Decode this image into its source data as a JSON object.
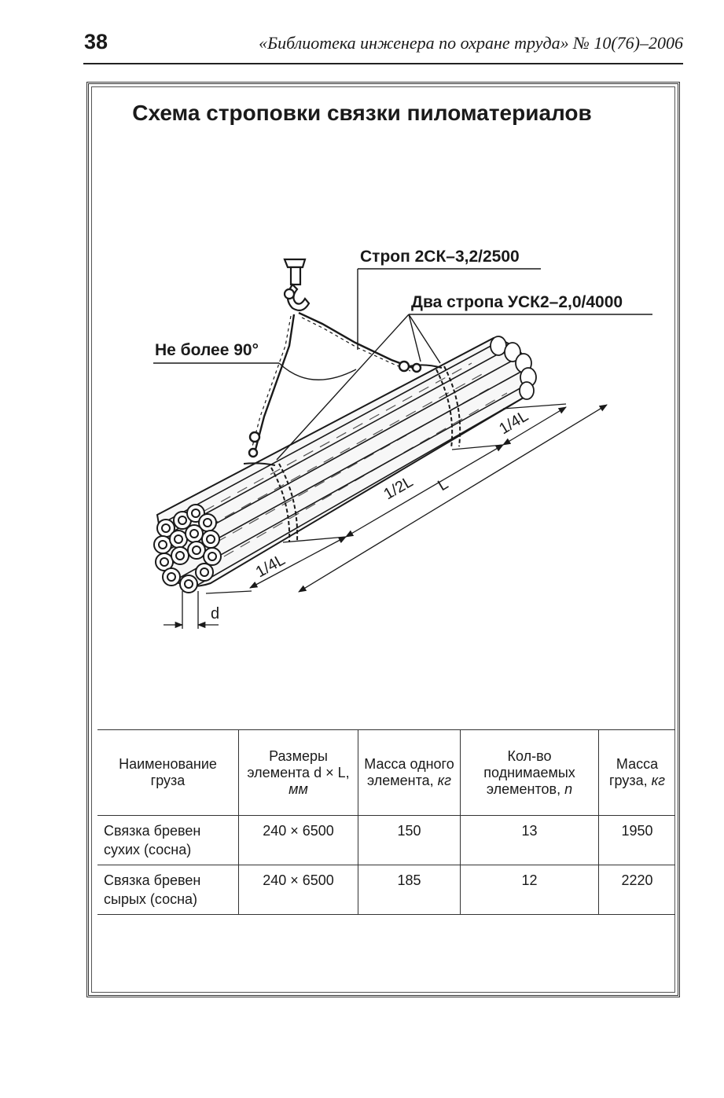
{
  "header": {
    "page_number": "38",
    "running_title": "«Библиотека инженера по охране труда» № 10(76)–2006"
  },
  "figure": {
    "title": "Схема строповки связки пиломатериалов",
    "callouts": {
      "sling_main": "Строп 2СК–3,2/2500",
      "slings_pair": "Два стропа УСК2–2,0/4000",
      "angle": "Не более 90°"
    },
    "dimensions": {
      "quarter_left": "1/4L",
      "half": "1/2L",
      "length": "L",
      "quarter_right": "1/4L",
      "diameter": "d"
    }
  },
  "table": {
    "headers": [
      {
        "text": "Наименование груза",
        "unit": ""
      },
      {
        "text": "Размеры элемента d × L, ",
        "unit": "мм"
      },
      {
        "text": "Масса одного элемента, ",
        "unit": "кг"
      },
      {
        "text": "Кол-во поднимаемых элементов, ",
        "unit": "n"
      },
      {
        "text": "Масса груза, ",
        "unit": "кг"
      }
    ],
    "rows": [
      {
        "name": "Связка бревен сухих (сосна)",
        "size": "240 × 6500",
        "mass_one": "150",
        "count": "13",
        "mass_total": "1950"
      },
      {
        "name": "Связка бревен сырых (сосна)",
        "size": "240 × 6500",
        "mass_one": "185",
        "count": "12",
        "mass_total": "2220"
      }
    ]
  }
}
